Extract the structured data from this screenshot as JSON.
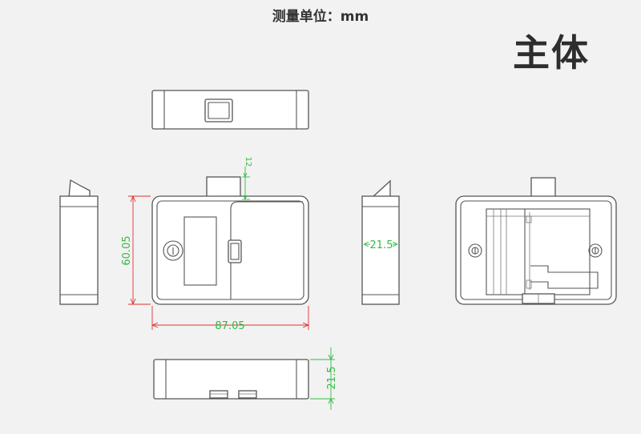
{
  "header": {
    "unit_label": "测量单位：mm",
    "title": "主体"
  },
  "dimensions": {
    "top_tab_height": "12",
    "height": "60.05",
    "width": "87.05",
    "side_depth": "21.5",
    "bottom_depth": "21.5"
  },
  "colors": {
    "background": "#f2f2f2",
    "outline": "#555555",
    "dimension_red": "#e03030",
    "dimension_green": "#33bb44"
  }
}
